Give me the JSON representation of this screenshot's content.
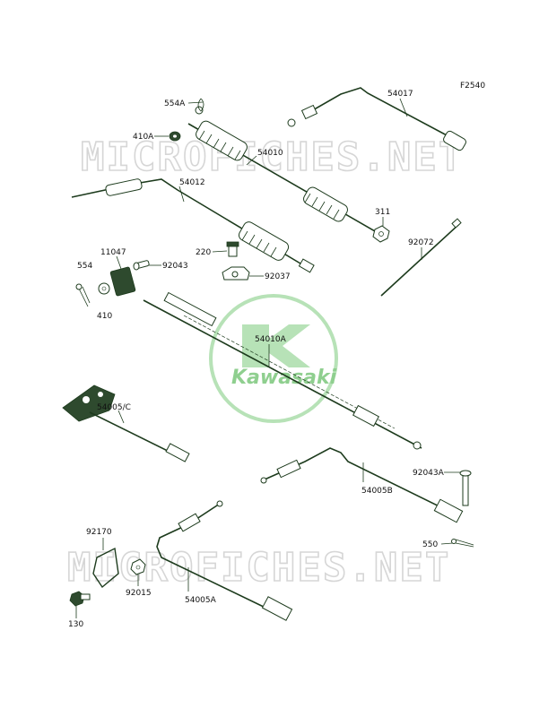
{
  "figure_code": "F2540",
  "watermark": {
    "site_text": "MICROFICHES.NET",
    "brand_text": "Kawasaki"
  },
  "colors": {
    "line_art": "#1d3b1d",
    "watermark_green": "#8fcf8f",
    "watermark_gray": "#d6d6d6"
  },
  "parts": [
    {
      "id": "p554a",
      "label": "554A"
    },
    {
      "id": "p410a",
      "label": "410A"
    },
    {
      "id": "p54010",
      "label": "54010"
    },
    {
      "id": "p54017",
      "label": "54017"
    },
    {
      "id": "p54012",
      "label": "54012"
    },
    {
      "id": "p311",
      "label": "311"
    },
    {
      "id": "p92072",
      "label": "92072"
    },
    {
      "id": "p220",
      "label": "220"
    },
    {
      "id": "p11047",
      "label": "11047"
    },
    {
      "id": "p92043",
      "label": "92043"
    },
    {
      "id": "p554",
      "label": "554"
    },
    {
      "id": "p92037",
      "label": "92037"
    },
    {
      "id": "p410",
      "label": "410"
    },
    {
      "id": "p54010a",
      "label": "54010A"
    },
    {
      "id": "p54005c",
      "label": "54005/C"
    },
    {
      "id": "p92043a",
      "label": "92043A"
    },
    {
      "id": "p54005b",
      "label": "54005B"
    },
    {
      "id": "p92170",
      "label": "92170"
    },
    {
      "id": "p550",
      "label": "550"
    },
    {
      "id": "p92015",
      "label": "92015"
    },
    {
      "id": "p54005a",
      "label": "54005A"
    },
    {
      "id": "p130",
      "label": "130"
    }
  ]
}
